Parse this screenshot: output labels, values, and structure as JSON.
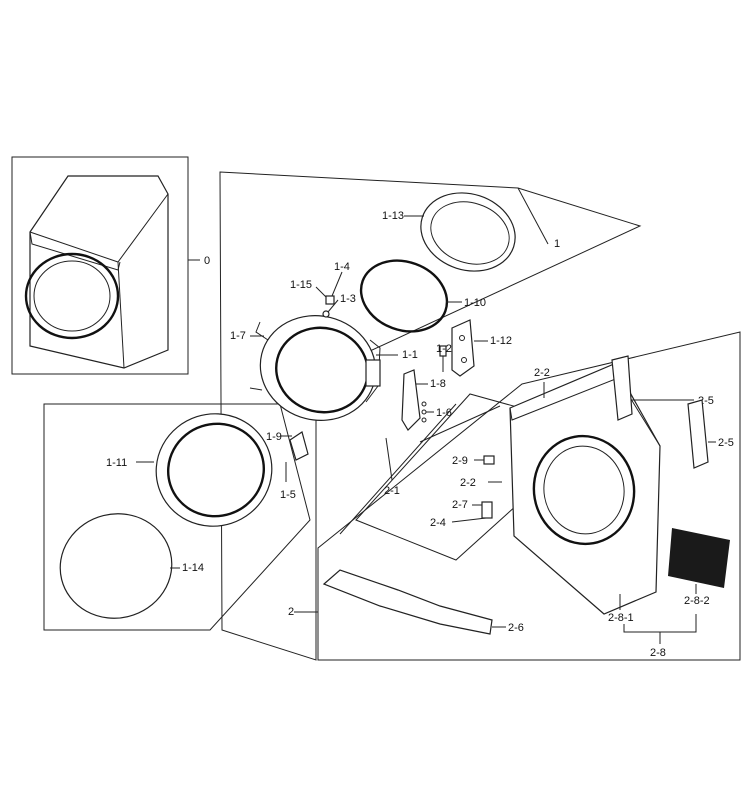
{
  "diagram": {
    "labels": {
      "l0": "0",
      "l1": "1",
      "l1_1": "1-1",
      "l1_2": "1-2",
      "l1_3": "1-3",
      "l1_4": "1-4",
      "l1_5": "1-5",
      "l1_6": "1-6",
      "l1_7": "1-7",
      "l1_8": "1-8",
      "l1_9": "1-9",
      "l1_10": "1-10",
      "l1_11": "1-11",
      "l1_12": "1-12",
      "l1_13": "1-13",
      "l1_14": "1-14",
      "l1_15": "1-15",
      "l2": "2",
      "l2_1": "2-1",
      "l2_2a": "2-2",
      "l2_2b": "2-2",
      "l2_4": "2-4",
      "l2_5a": "2-5",
      "l2_5b": "2-5",
      "l2_6": "2-6",
      "l2_7": "2-7",
      "l2_8": "2-8",
      "l2_8_1": "2-8-1",
      "l2_8_2": "2-8-2",
      "l2_9": "2-9"
    }
  }
}
